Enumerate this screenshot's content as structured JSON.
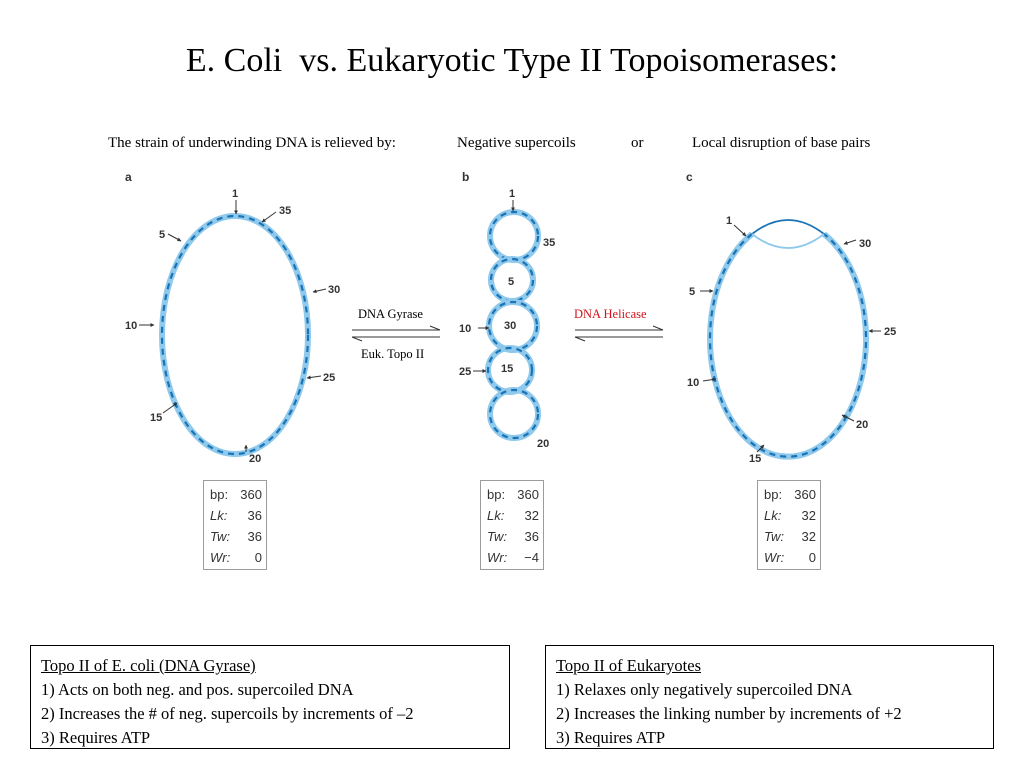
{
  "title": "E. Coli  vs. Eukaryotic Type II Topoisomerases:",
  "relief_line": {
    "prefix": "The strain of underwinding DNA is relieved by:",
    "option1": "Negative supercoils",
    "or": "or",
    "option2": "Local disruption of base pairs"
  },
  "panels": [
    {
      "letter": "a",
      "markers": [
        "1",
        "35",
        "5",
        "30",
        "10",
        "25",
        "15",
        "20"
      ],
      "stats": [
        {
          "k": "bp:",
          "v": "360"
        },
        {
          "k": "Lk:",
          "v": "36"
        },
        {
          "k": "Tw:",
          "v": "36"
        },
        {
          "k": "Wr:",
          "v": "0"
        }
      ]
    },
    {
      "letter": "b",
      "markers": [
        "1",
        "35",
        "5",
        "10",
        "30",
        "25",
        "15",
        "20"
      ],
      "stats": [
        {
          "k": "bp:",
          "v": "360"
        },
        {
          "k": "Lk:",
          "v": "32"
        },
        {
          "k": "Tw:",
          "v": "36"
        },
        {
          "k": "Wr:",
          "v": "−4"
        }
      ]
    },
    {
      "letter": "c",
      "markers": [
        "1",
        "30",
        "5",
        "25",
        "10",
        "20",
        "15"
      ],
      "stats": [
        {
          "k": "bp:",
          "v": "360"
        },
        {
          "k": "Lk:",
          "v": "32"
        },
        {
          "k": "Tw:",
          "v": "32"
        },
        {
          "k": "Wr:",
          "v": "0"
        }
      ]
    }
  ],
  "enzymes": {
    "gyrase": "DNA Gyrase",
    "euk_topo": "Euk. Topo II",
    "helicase": "DNA Helicase"
  },
  "colors": {
    "dna_dark": "#1a73b5",
    "dna_light": "#8fc9ec",
    "helicase_red": "#d3141c"
  },
  "info_boxes": [
    {
      "heading": "Topo II of E. coli (DNA Gyrase)",
      "lines": [
        "1) Acts on both neg. and pos. supercoiled DNA",
        "2) Increases the # of neg. supercoils by increments of –2",
        "3) Requires ATP"
      ]
    },
    {
      "heading": "Topo II of Eukaryotes",
      "lines": [
        "1) Relaxes only negatively supercoiled DNA",
        "2) Increases the linking number by increments of +2",
        "3) Requires ATP"
      ]
    }
  ]
}
